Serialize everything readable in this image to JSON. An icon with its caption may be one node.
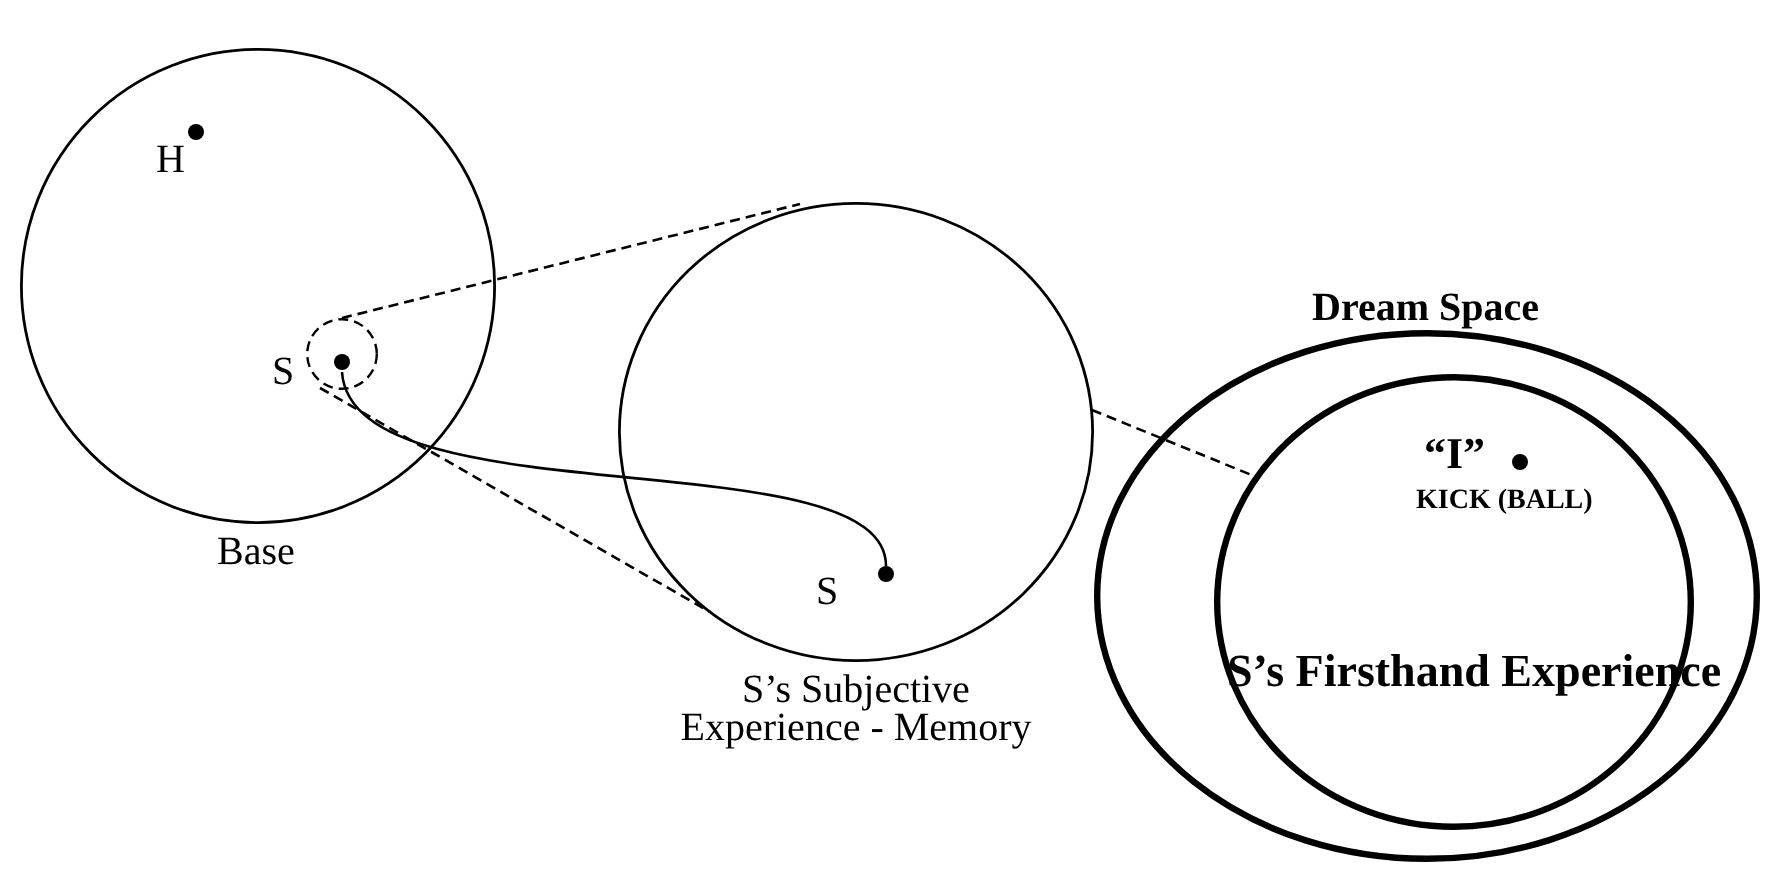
{
  "diagram": {
    "nodes": [
      {
        "text": [
          "Base"
        ]
      },
      {
        "text": [
          "H"
        ],
        "in": 0
      },
      {
        "text": [],
        "shape": "circle",
        "in": 0
      },
      {
        "text": [
          "S"
        ],
        "in": 2
      },
      {
        "text": [
          "S’s Subjective Experience - Memory"
        ]
      },
      {
        "text": [
          "S"
        ],
        "in": 4
      },
      {
        "text": [
          "Dream Space"
        ]
      },
      {
        "text": [
          "S’s Firsthand Experience"
        ],
        "in": 6
      },
      {
        "text": [
          "“I”"
        ],
        "beside": [
          "KICK (BALL)"
        ],
        "in": 7
      }
    ],
    "edges": [
      {
        "from": 3,
        "to": 5,
        "arrow": "none"
      },
      {
        "from": 2,
        "to": 4,
        "arrow": "none",
        "style": "dashed"
      },
      {
        "from": 2,
        "to": 4,
        "arrow": "none",
        "style": "dashed"
      },
      {
        "from": 4,
        "to": 7,
        "arrow": "none",
        "style": "dashed"
      }
    ]
  }
}
